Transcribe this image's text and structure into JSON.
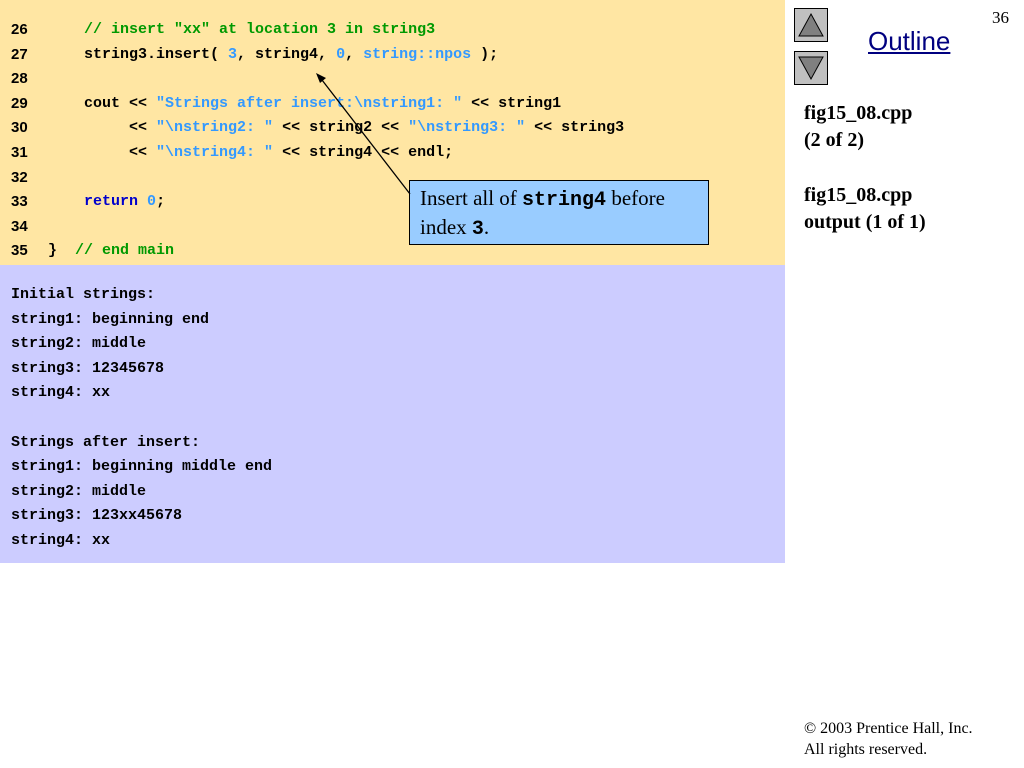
{
  "slide": {
    "number": "36",
    "outline_label": "Outline",
    "nav": {
      "up_icon": "triangle-up-icon",
      "down_icon": "triangle-down-icon"
    },
    "side_info": {
      "file1": "fig15_08.cpp",
      "file1_part": "(2 of 2)",
      "file2": "fig15_08.cpp",
      "file2_part": "output (1 of 1)"
    },
    "copyright_symbol": "©",
    "copyright_text": " 2003 Prentice Hall, Inc.",
    "rights": "All rights reserved."
  },
  "code": {
    "lines": [
      {
        "num": "26",
        "parts": [
          {
            "t": "    "
          },
          {
            "t": "// insert \"xx\" at location 3 in string3",
            "c": "cmt"
          }
        ]
      },
      {
        "num": "27",
        "parts": [
          {
            "t": "    string3.insert( "
          },
          {
            "t": "3",
            "c": "num"
          },
          {
            "t": ", string4, "
          },
          {
            "t": "0",
            "c": "num"
          },
          {
            "t": ", "
          },
          {
            "t": "string::npos",
            "c": "str"
          },
          {
            "t": " );"
          }
        ]
      },
      {
        "num": "28",
        "parts": []
      },
      {
        "num": "29",
        "parts": [
          {
            "t": "    cout << "
          },
          {
            "t": "\"Strings after insert:\\nstring1: \"",
            "c": "str"
          },
          {
            "t": " << string1"
          }
        ]
      },
      {
        "num": "30",
        "parts": [
          {
            "t": "         << "
          },
          {
            "t": "\"\\nstring2: \"",
            "c": "str"
          },
          {
            "t": " << string2 << "
          },
          {
            "t": "\"\\nstring3: \"",
            "c": "str"
          },
          {
            "t": " << string3"
          }
        ]
      },
      {
        "num": "31",
        "parts": [
          {
            "t": "         << "
          },
          {
            "t": "\"\\nstring4: \"",
            "c": "str"
          },
          {
            "t": " << string4 << endl;"
          }
        ]
      },
      {
        "num": "32",
        "parts": []
      },
      {
        "num": "33",
        "parts": [
          {
            "t": "    "
          },
          {
            "t": "return",
            "c": "kw"
          },
          {
            "t": " "
          },
          {
            "t": "0",
            "c": "num"
          },
          {
            "t": ";"
          }
        ]
      },
      {
        "num": "34",
        "parts": []
      },
      {
        "num": "35",
        "parts": [
          {
            "t": "}  "
          },
          {
            "t": "// end main",
            "c": "cmt"
          }
        ]
      }
    ]
  },
  "output": {
    "lines": [
      "Initial strings:",
      "string1: beginning end",
      "string2: middle",
      "string3: 12345678",
      "string4: xx",
      "",
      "Strings after insert:",
      "string1: beginning middle end",
      "string2: middle",
      "string3: 123xx45678",
      "string4: xx"
    ]
  },
  "callout": {
    "pre": "Insert all of ",
    "code1": "string4",
    "mid": " before index ",
    "code2": "3",
    "post": "."
  }
}
